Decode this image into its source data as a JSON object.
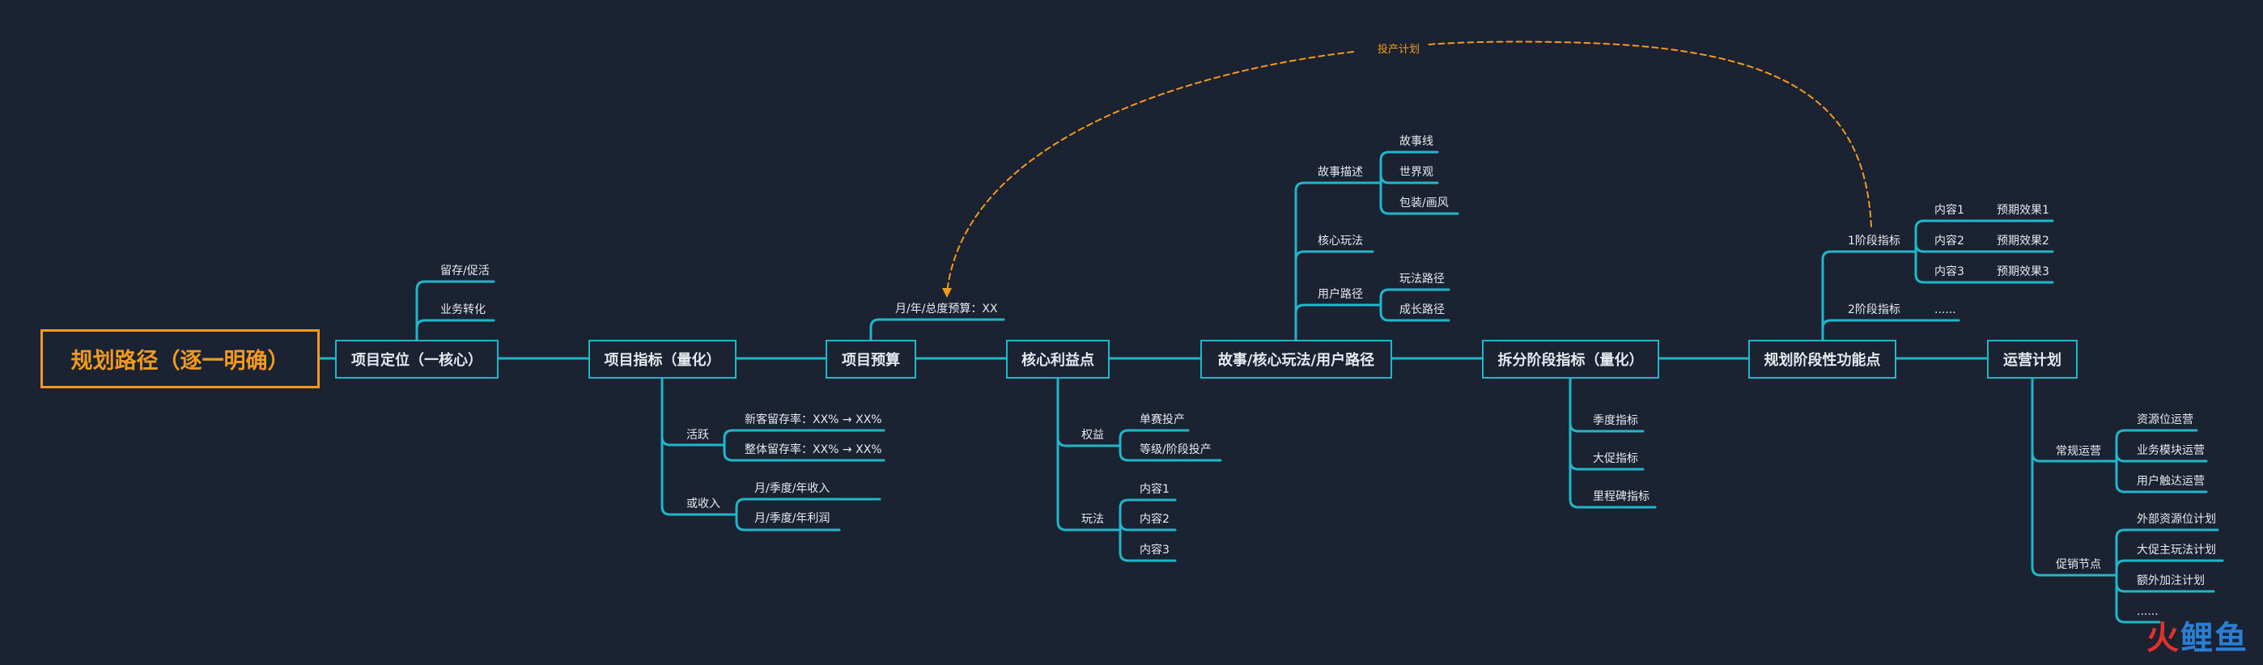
{
  "root": "规划路径（逐一明确）",
  "arc_label": "投产计划",
  "logo": {
    "part1": "火",
    "part2": "鲤鱼"
  },
  "colors": {
    "line": "#1fb7c9",
    "accent": "#f39a1e",
    "background": "#1b2232",
    "text": "#e6e9ee"
  },
  "nodes": [
    {
      "label": "项目定位（一核心）",
      "children": [
        "留存/促活",
        "业务转化"
      ]
    },
    {
      "label": "项目指标（量化）",
      "groups": [
        {
          "label": "活跃",
          "items": [
            "新客留存率：XX% → XX%",
            "整体留存率：XX% → XX%"
          ]
        },
        {
          "label": "或收入",
          "items": [
            "月/季度/年收入",
            "月/季度/年利润"
          ]
        }
      ]
    },
    {
      "label": "项目预算",
      "children": [
        "月/年/总度预算：XX"
      ]
    },
    {
      "label": "核心利益点",
      "groups": [
        {
          "label": "权益",
          "items": [
            "单赛投产",
            "等级/阶段投产"
          ]
        },
        {
          "label": "玩法",
          "items": [
            "内容1",
            "内容2",
            "内容3"
          ]
        }
      ]
    },
    {
      "label": "故事/核心玩法/用户路径",
      "groups": [
        {
          "label": "故事描述",
          "items": [
            "故事线",
            "世界观",
            "包装/画风"
          ]
        },
        {
          "label": "核心玩法",
          "items": []
        },
        {
          "label": "用户路径",
          "items": [
            "玩法路径",
            "成长路径"
          ]
        }
      ]
    },
    {
      "label": "拆分阶段指标（量化）",
      "children": [
        "季度指标",
        "大促指标",
        "里程碑指标"
      ]
    },
    {
      "label": "规划阶段性功能点",
      "groups": [
        {
          "label": "1阶段指标",
          "items": [
            {
              "content": "内容1",
              "effect": "预期效果1"
            },
            {
              "content": "内容2",
              "effect": "预期效果2"
            },
            {
              "content": "内容3",
              "effect": "预期效果3"
            }
          ]
        },
        {
          "label": "2阶段指标",
          "items": [
            {
              "content": "......"
            }
          ]
        }
      ]
    },
    {
      "label": "运营计划",
      "groups": [
        {
          "label": "常规运营",
          "items": [
            "资源位运营",
            "业务模块运营",
            "用户触达运营"
          ]
        },
        {
          "label": "促销节点",
          "items": [
            "外部资源位计划",
            "大促主玩法计划",
            "额外加注计划",
            "......"
          ]
        }
      ]
    }
  ]
}
